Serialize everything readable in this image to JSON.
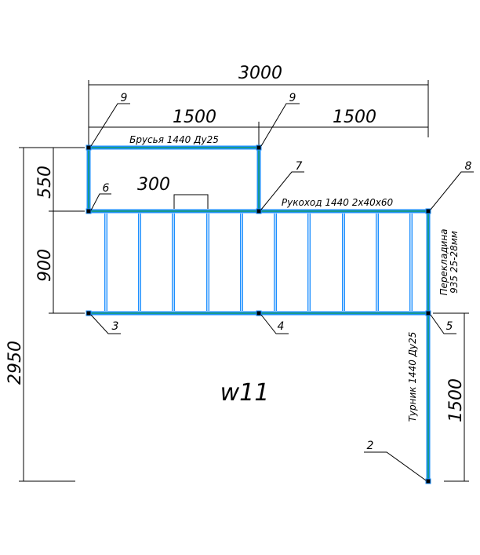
{
  "drawing": {
    "name": "w11",
    "dimensions": {
      "overall_width": "3000",
      "left_half": "1500",
      "right_half": "1500",
      "top_section": "550",
      "middle_section": "900",
      "overall_height": "2950",
      "bar_height": "1500",
      "step": "300"
    },
    "labels": {
      "parallel_bars": "Брусья 1440 Ду25",
      "handrail": "Рукоход 1440 2х40х60",
      "rung_line1": "Перекладина",
      "rung_line2": "935 25-28мм",
      "pullup_bar": "Турник 1440 Ду25"
    },
    "nodes": [
      "9",
      "9",
      "6",
      "7",
      "8",
      "3",
      "4",
      "5",
      "2"
    ],
    "colors": {
      "tube_outline": "#1e90ff",
      "tube_fill": "#1a9a8a",
      "dimension_line": "#000000"
    }
  }
}
